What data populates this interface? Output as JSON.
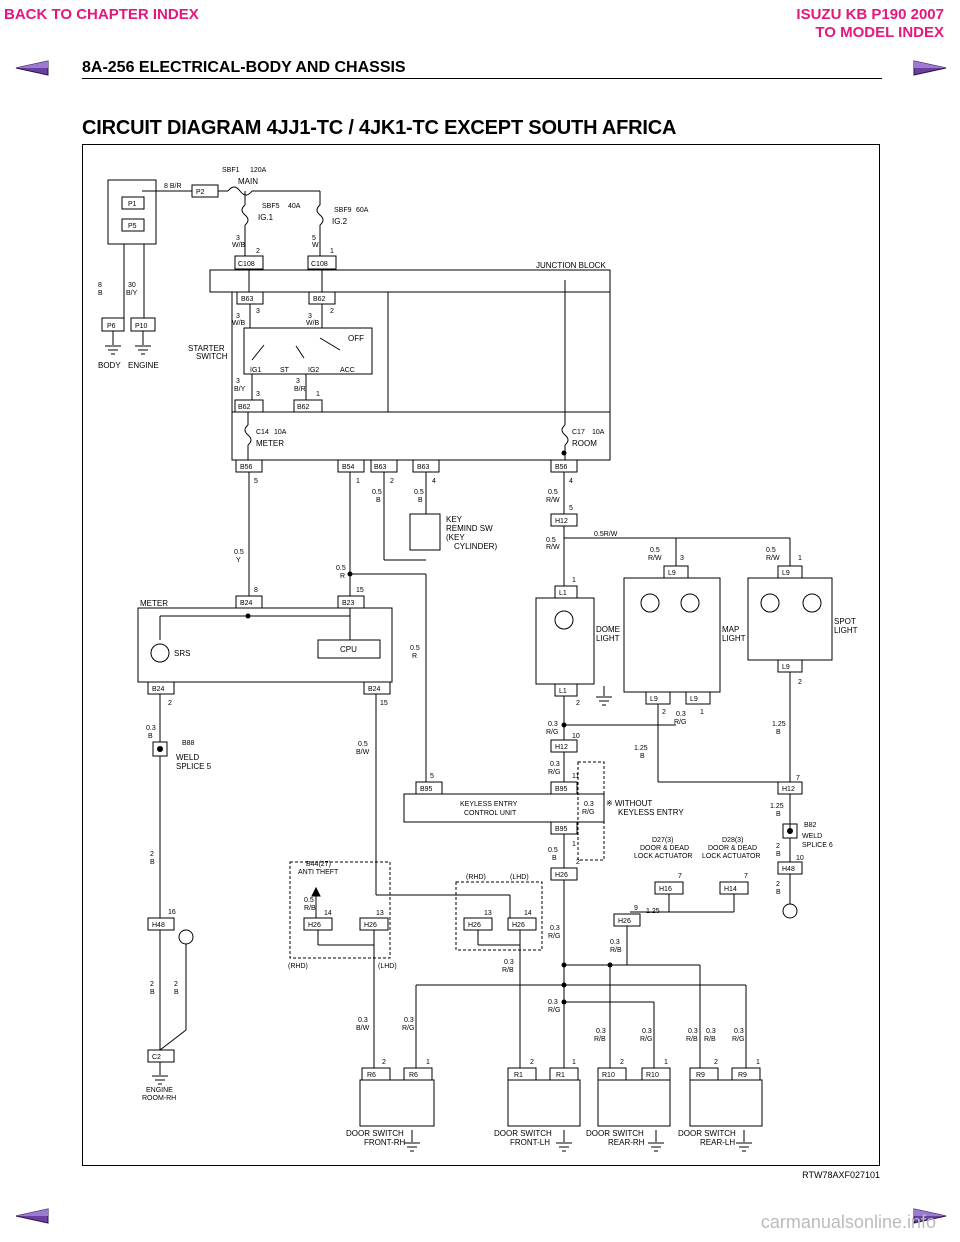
{
  "nav": {
    "back": "BACK TO CHAPTER INDEX",
    "brand": "ISUZU KB P190 2007",
    "model": "TO MODEL INDEX",
    "accent": "#e5177b"
  },
  "header": {
    "section": "8A-256  ELECTRICAL-BODY AND CHASSIS"
  },
  "diagram": {
    "title": "CIRCUIT DIAGRAM 4JJ1-TC / 4JK1-TC EXCEPT SOUTH AFRICA",
    "ref": "RTW78AXF027101",
    "watermark": "carmanualsonline.info",
    "labels": {
      "main": "MAIN",
      "ig1": "IG.1",
      "ig2": "IG.2",
      "jb": "JUNCTION BLOCK",
      "body": "BODY",
      "engine": "ENGINE",
      "starter1": "STARTER",
      "starter2": "SWITCH",
      "off": "OFF",
      "sw_ig1": "IG1",
      "sw_st": "ST",
      "sw_ig2": "IG2",
      "sw_acc": "ACC",
      "meter_fuse": "METER",
      "room": "ROOM",
      "key1": "KEY",
      "key2": "REMIND SW",
      "key3": "(KEY",
      "key4": "CYLINDER)",
      "meter": "METER",
      "srs": "SRS",
      "cpu": "CPU",
      "dome1": "DOME",
      "dome2": "LIGHT",
      "map1": "MAP",
      "map2": "LIGHT",
      "spot1": "SPOT",
      "spot2": "LIGHT",
      "weld5a": "WELD",
      "weld5b": "SPLICE 5",
      "weld6a": "WELD",
      "weld6b": "SPLICE 6",
      "kec1": "KEYLESS ENTRY",
      "kec2": "CONTROL UNIT",
      "wo1": "※ WITHOUT",
      "wo2": "KEYLESS ENTRY",
      "b44a": "B44(27)",
      "b44b": "ANTI THEFT",
      "d27a": "D27(3)",
      "d27b": "DOOR & DEAD",
      "d27c": "LOCK ACTUATOR",
      "d28a": "D28(3)",
      "d28b": "DOOR & DEAD",
      "d28c": "LOCK ACTUATOR",
      "rhd": "(RHD)",
      "lhd": "(LHD)",
      "eroom1": "ENGINE",
      "eroom2": "ROOM-RH",
      "ds_fr1": "DOOR SWITCH",
      "ds_fr2": "FRONT-RH",
      "ds_fl1": "DOOR SWITCH",
      "ds_fl2": "FRONT-LH",
      "ds_rr1": "DOOR SWITCH",
      "ds_rr2": "REAR-RH",
      "ds_rl1": "DOOR SWITCH",
      "ds_rl2": "REAR-LH"
    }
  }
}
